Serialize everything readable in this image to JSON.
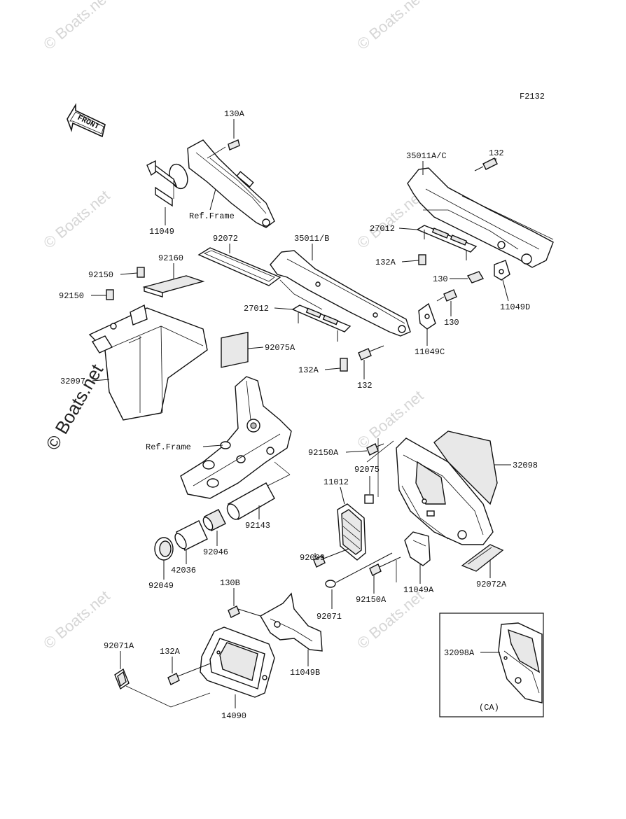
{
  "diagram_code": "F2132",
  "front_label": "FRONT",
  "watermarks": {
    "small": "© Boats.net",
    "large": "© Boats.net"
  },
  "callouts": {
    "c130A": "130A",
    "c11049": "11049",
    "refFrameTop": "Ref.Frame",
    "c35011AC": "35011A/C",
    "c132top": "132",
    "c27012right": "27012",
    "c132Aright": "132A",
    "c130left": "130",
    "c130right": "130",
    "c11049D": "11049D",
    "c92072": "92072",
    "c35011B": "35011/B",
    "c92160": "92160",
    "c92150a": "92150",
    "c92150b": "92150",
    "c27012mid": "27012",
    "c11049C": "11049C",
    "c92075A": "92075A",
    "c132Amid": "132A",
    "c132mid": "132",
    "c32097": "32097",
    "refFrameMid": "Ref.Frame",
    "c92150A": "92150A",
    "c92075": "92075",
    "c32098": "32098",
    "c11012": "11012",
    "c92143": "92143",
    "c92046": "92046",
    "c42036": "42036",
    "c92049": "92049",
    "c92009": "92009",
    "c92150Ab": "92150A",
    "c11049A": "11049A",
    "c92072A": "92072A",
    "c92071": "92071",
    "c130B": "130B",
    "c92071A": "92071A",
    "c132Abottom": "132A",
    "c11049B": "11049B",
    "c14090": "14090",
    "c32098A": "32098A",
    "ca": "(CA)"
  }
}
